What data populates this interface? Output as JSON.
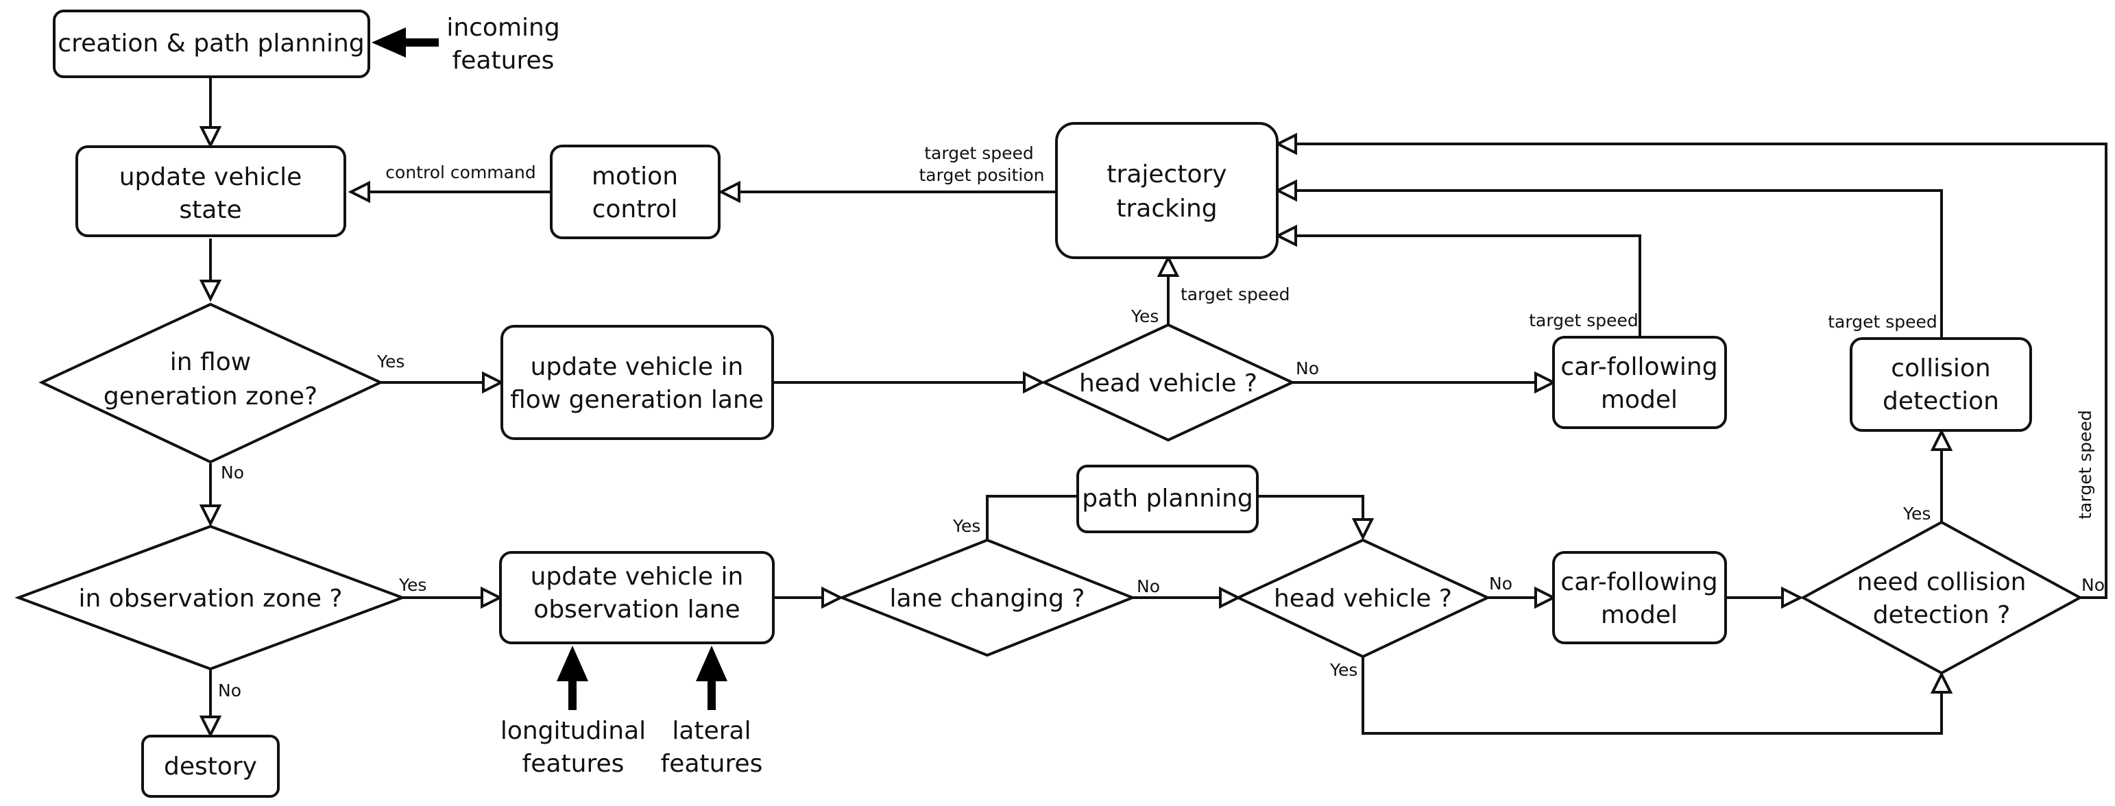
{
  "nodes": {
    "creation": [
      "creation & path planning"
    ],
    "update_state": [
      "update vehicle",
      "state"
    ],
    "motion_control": [
      "motion",
      "control"
    ],
    "trajectory": [
      "trajectory",
      "tracking"
    ],
    "flow_zone": [
      "in flow",
      "generation zone?"
    ],
    "update_flow_lane": [
      "update vehicle in",
      "flow generation lane"
    ],
    "head_vehicle_1": [
      "head vehicle ?"
    ],
    "car_following_1": [
      "car-following",
      "model"
    ],
    "collision": [
      "collision",
      "detection"
    ],
    "obs_zone": [
      "in observation zone ?"
    ],
    "update_obs_lane": [
      "update vehicle in",
      "observation lane"
    ],
    "lane_changing": [
      "lane changing ?"
    ],
    "path_planning": [
      "path planning"
    ],
    "head_vehicle_2": [
      "head vehicle ?"
    ],
    "car_following_2": [
      "car-following",
      "model"
    ],
    "need_collision": [
      "need collision",
      "detection ?"
    ],
    "destroy": [
      "destory"
    ]
  },
  "inputs": {
    "incoming": [
      "incoming",
      "features"
    ],
    "longitudinal": [
      "longitudinal",
      "features"
    ],
    "lateral": [
      "lateral",
      "features"
    ]
  },
  "labels": {
    "control_command": "control command",
    "target_speed": "target speed",
    "target_position": "target position",
    "yes": "Yes",
    "no": "No"
  }
}
